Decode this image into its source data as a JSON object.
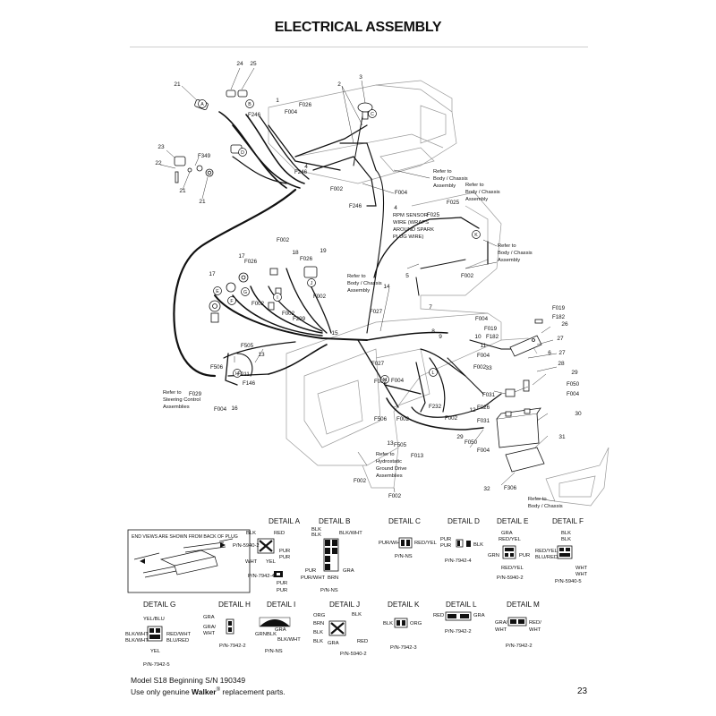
{
  "page": {
    "title": "ELECTRICAL ASSEMBLY",
    "footer_line1": "Model S18 Beginning S/N 190349",
    "footer_line2_prefix": "Use only genuine ",
    "footer_brand": "Walker",
    "footer_line2_suffix": " replacement parts.",
    "page_number": "23"
  },
  "callouts": {
    "item_numbers": [
      "1",
      "2",
      "3",
      "4",
      "5",
      "6",
      "7",
      "8",
      "9",
      "10",
      "11",
      "12",
      "13",
      "14",
      "15",
      "16",
      "17",
      "18",
      "19",
      "21",
      "22",
      "23",
      "24",
      "25",
      "26",
      "27",
      "28",
      "29",
      "30",
      "31",
      "32",
      "33"
    ],
    "circuit_labels": [
      "F004",
      "F002",
      "F026",
      "F246",
      "F349",
      "F025",
      "F027",
      "F299",
      "F505",
      "F506",
      "F211",
      "F146",
      "F029",
      "F019",
      "F182",
      "F050",
      "F031",
      "F232",
      "F013",
      "F306"
    ],
    "connector_letters": [
      "A",
      "B",
      "C",
      "D",
      "E",
      "F",
      "G",
      "H",
      "I",
      "J",
      "K",
      "L",
      "M"
    ],
    "refer_body_chassis": [
      "Refer to",
      "Body / Chassis",
      "Assembly"
    ],
    "refer_steering": [
      "Refer to",
      "Steering Control",
      "Assemblies"
    ],
    "refer_hydro": [
      "Refer to",
      "Hydrostatic",
      "Ground Drive",
      "Assemblies"
    ],
    "rpm_sensor": [
      "RPM SENSOR",
      "WIRE (WRAPS",
      "AROUND SPARK",
      "PLUG WIRE)"
    ]
  },
  "legend": {
    "plug_note": "END VIEWS ARE SHOWN FROM BACK OF PLUG"
  },
  "details": {
    "a": {
      "title": "DETAIL A",
      "wires": [
        "BLK",
        "RED",
        "WHT",
        "YEL",
        "PUR",
        "PUR"
      ],
      "pn_top": "P/N-5940-2",
      "pn_bottom": "P/N-7942-4"
    },
    "b": {
      "title": "DETAIL B",
      "wires": [
        "BLK",
        "BLK",
        "BLK/WHT",
        "PUR",
        "GRA",
        "PUR/WHT",
        "BRN"
      ],
      "pn": "P/N-NS"
    },
    "c": {
      "title": "DETAIL C",
      "wires": [
        "PUR/WHT",
        "RED/YEL"
      ],
      "pn": "P/N-NS"
    },
    "d": {
      "title": "DETAIL D",
      "wires": [
        "PUR",
        "PUR",
        "BLK"
      ],
      "pn": "P/N-7942-4"
    },
    "e": {
      "title": "DETAIL E",
      "wires": [
        "GRA",
        "RED/YEL",
        "GRN",
        "PUR",
        "RED/YEL"
      ],
      "pn": "P/N-5940-2"
    },
    "f": {
      "title": "DETAIL F",
      "wires": [
        "BLK",
        "BLK",
        "RED/YEL",
        "BLU/RED",
        "WHT",
        "WHT"
      ],
      "pn": "P/N-5940-5"
    },
    "g": {
      "title": "DETAIL G",
      "wires": [
        "YEL/BLU",
        "BLK/WHT",
        "BLK/WHT",
        "RED/WHT",
        "BLU/RED",
        "YEL"
      ],
      "pn": "P/N-7942-5"
    },
    "h": {
      "title": "DETAIL H",
      "wires": [
        "GRA",
        "GRA/",
        "WHT"
      ],
      "pn": "P/N-7942-2"
    },
    "i": {
      "title": "DETAIL I",
      "wires": [
        "GRN",
        "BLK",
        "BLK/WHT",
        "GRA"
      ],
      "pn": "P/N-NS"
    },
    "j": {
      "title": "DETAIL J",
      "wires": [
        "ORG",
        "BRN",
        "BLK",
        "BLK",
        "GRA",
        "RED",
        "BLK"
      ],
      "pn": "P/N-5940-2"
    },
    "k": {
      "title": "DETAIL K",
      "wires": [
        "BLK",
        "ORG"
      ],
      "pn": "P/N-7942-3"
    },
    "l": {
      "title": "DETAIL L",
      "wires": [
        "RED",
        "GRA"
      ],
      "pn": "P/N-7942-2"
    },
    "m": {
      "title": "DETAIL M",
      "wires": [
        "GRA/",
        "WHT",
        "RED/",
        "WHT"
      ],
      "pn": "P/N-7942-2"
    }
  }
}
